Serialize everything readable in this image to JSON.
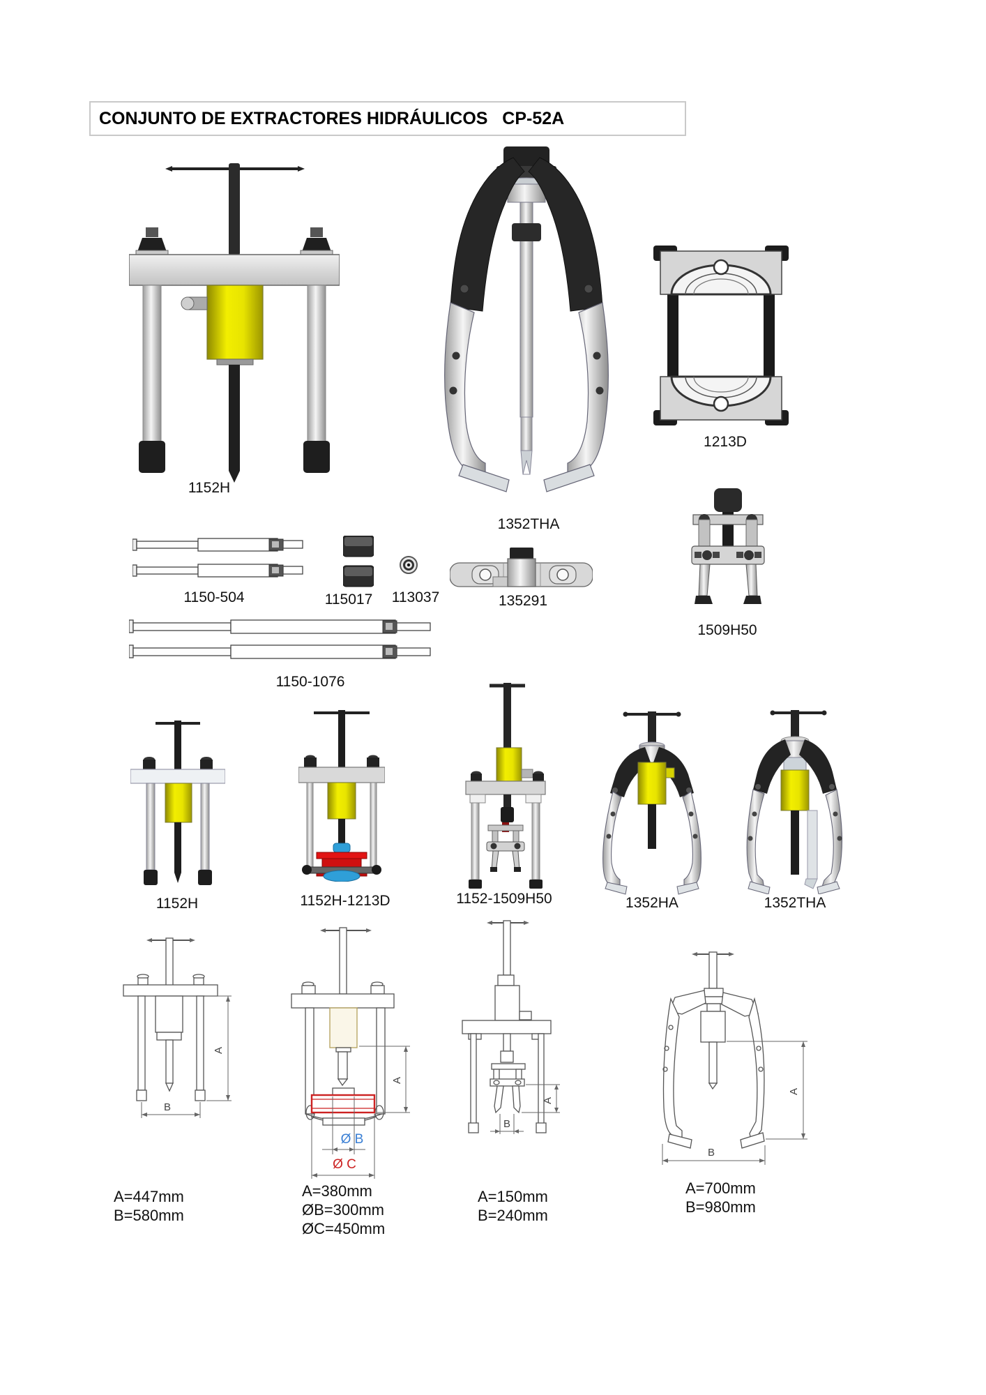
{
  "title": "CONJUNTO DE EXTRACTORES HIDRÁULICOS   CP-52A",
  "labels": {
    "p1152h_top": "1152H",
    "p1352tha_top": "1352THA",
    "p1213d": "1213D",
    "p1150_504": "1150-504",
    "p115017": "115017",
    "p113037": "113037",
    "p135291": "135291",
    "p1509h50": "1509H50",
    "p1150_1076": "1150-1076",
    "p1152h_mid": "1152H",
    "p1152h_1213d": "1152H-1213D",
    "p1152_1509h50": "1152-1509H50",
    "p1352ha": "1352HA",
    "p1352tha_mid": "1352THA"
  },
  "dimensions": {
    "a": "A",
    "b": "B",
    "phi_b": "Ø B",
    "phi_c": "Ø C"
  },
  "specs": {
    "d447": {
      "line1": "A=447mm",
      "line2": "B=580mm"
    },
    "d380": {
      "line1": "A=380mm",
      "line2": "ØB=300mm",
      "line3": "ØC=450mm"
    },
    "d150": {
      "line1": "A=150mm",
      "line2": "B=240mm"
    },
    "d700": {
      "line1": "A=700mm",
      "line2": "B=980mm"
    }
  },
  "colors": {
    "hydraulic_yellow": "#ece400",
    "pulley_red": "#d81414",
    "hub_blue": "#2f9fd8",
    "dim_blue": "#3a7fd4",
    "dim_red": "#cc2222"
  }
}
